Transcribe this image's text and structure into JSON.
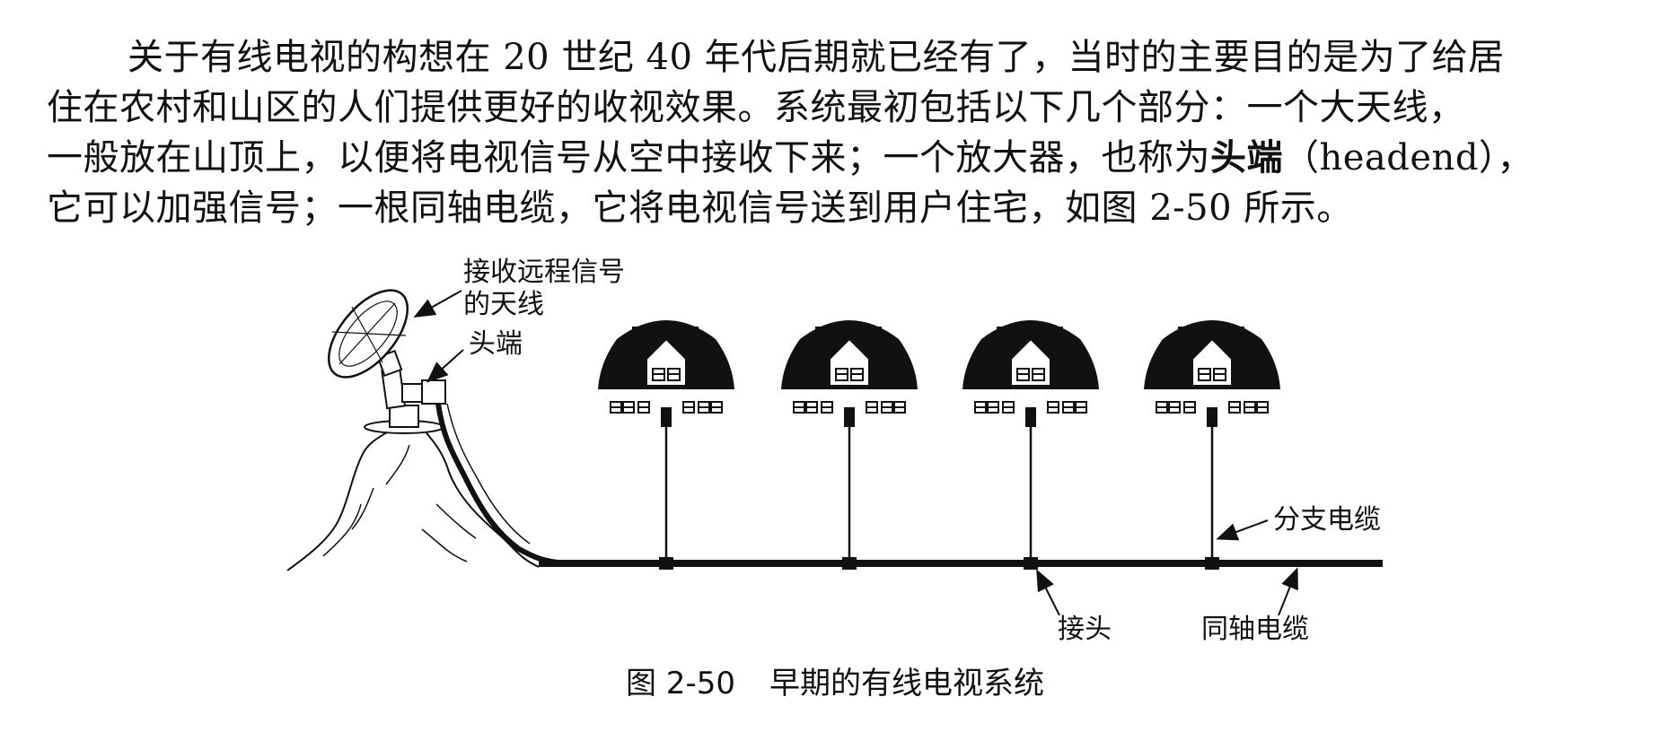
{
  "paragraph": {
    "line1": "关于有线电视的构想在 20 世纪 40 年代后期就已经有了，当时的主要目的是为了给居",
    "line2": "住在农村和山区的人们提供更好的收视效果。系统最初包括以下几个部分：一个大天线，",
    "line3_before": "一般放在山顶上，以便将电视信号从空中接收下来；一个放大器，也称为",
    "line3_term": "头端",
    "line3_after": "（headend），",
    "line4": "它可以加强信号；一根同轴电缆，它将电视信号送到用户住宅，如图 2-50 所示。"
  },
  "figure": {
    "antenna_label": "接收远程信号\n的天线",
    "antenna_label_line1": "接收远程信号",
    "antenna_label_line2": "的天线",
    "headend_label": "头端",
    "drop_cable_label": "分支电缆",
    "tap_label": "接头",
    "coax_label": "同轴电缆",
    "house_count": 4
  },
  "caption": {
    "number": "图 2-50",
    "title": "早期的有线电视系统"
  }
}
